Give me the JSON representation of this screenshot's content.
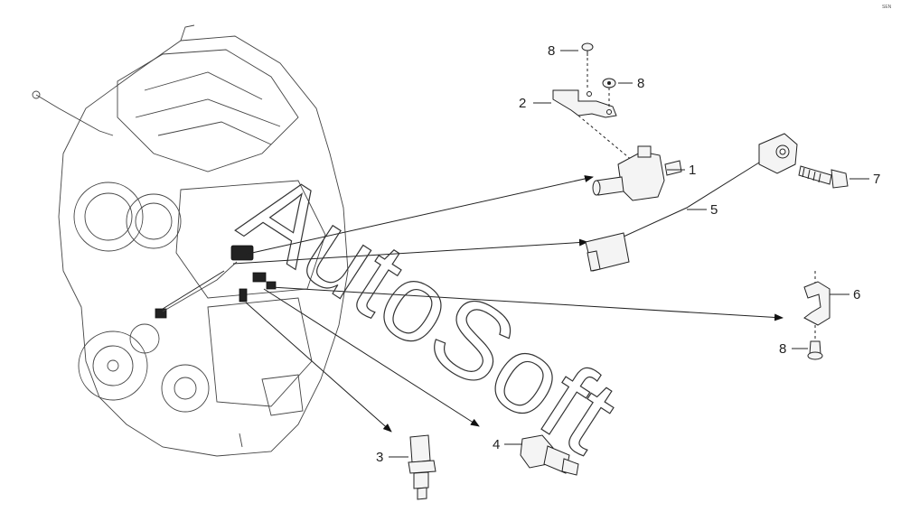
{
  "diagram": {
    "watermark": "AutoSoft",
    "corner_mark": "SEN",
    "callouts": [
      {
        "id": "c8a",
        "text": "8"
      },
      {
        "id": "c8b",
        "text": "8"
      },
      {
        "id": "c2",
        "text": "2"
      },
      {
        "id": "c1",
        "text": "1"
      },
      {
        "id": "c7",
        "text": "7"
      },
      {
        "id": "c5",
        "text": "5"
      },
      {
        "id": "c6",
        "text": "6"
      },
      {
        "id": "c8c",
        "text": "8"
      },
      {
        "id": "c3",
        "text": "3"
      },
      {
        "id": "c4",
        "text": "4"
      }
    ]
  }
}
